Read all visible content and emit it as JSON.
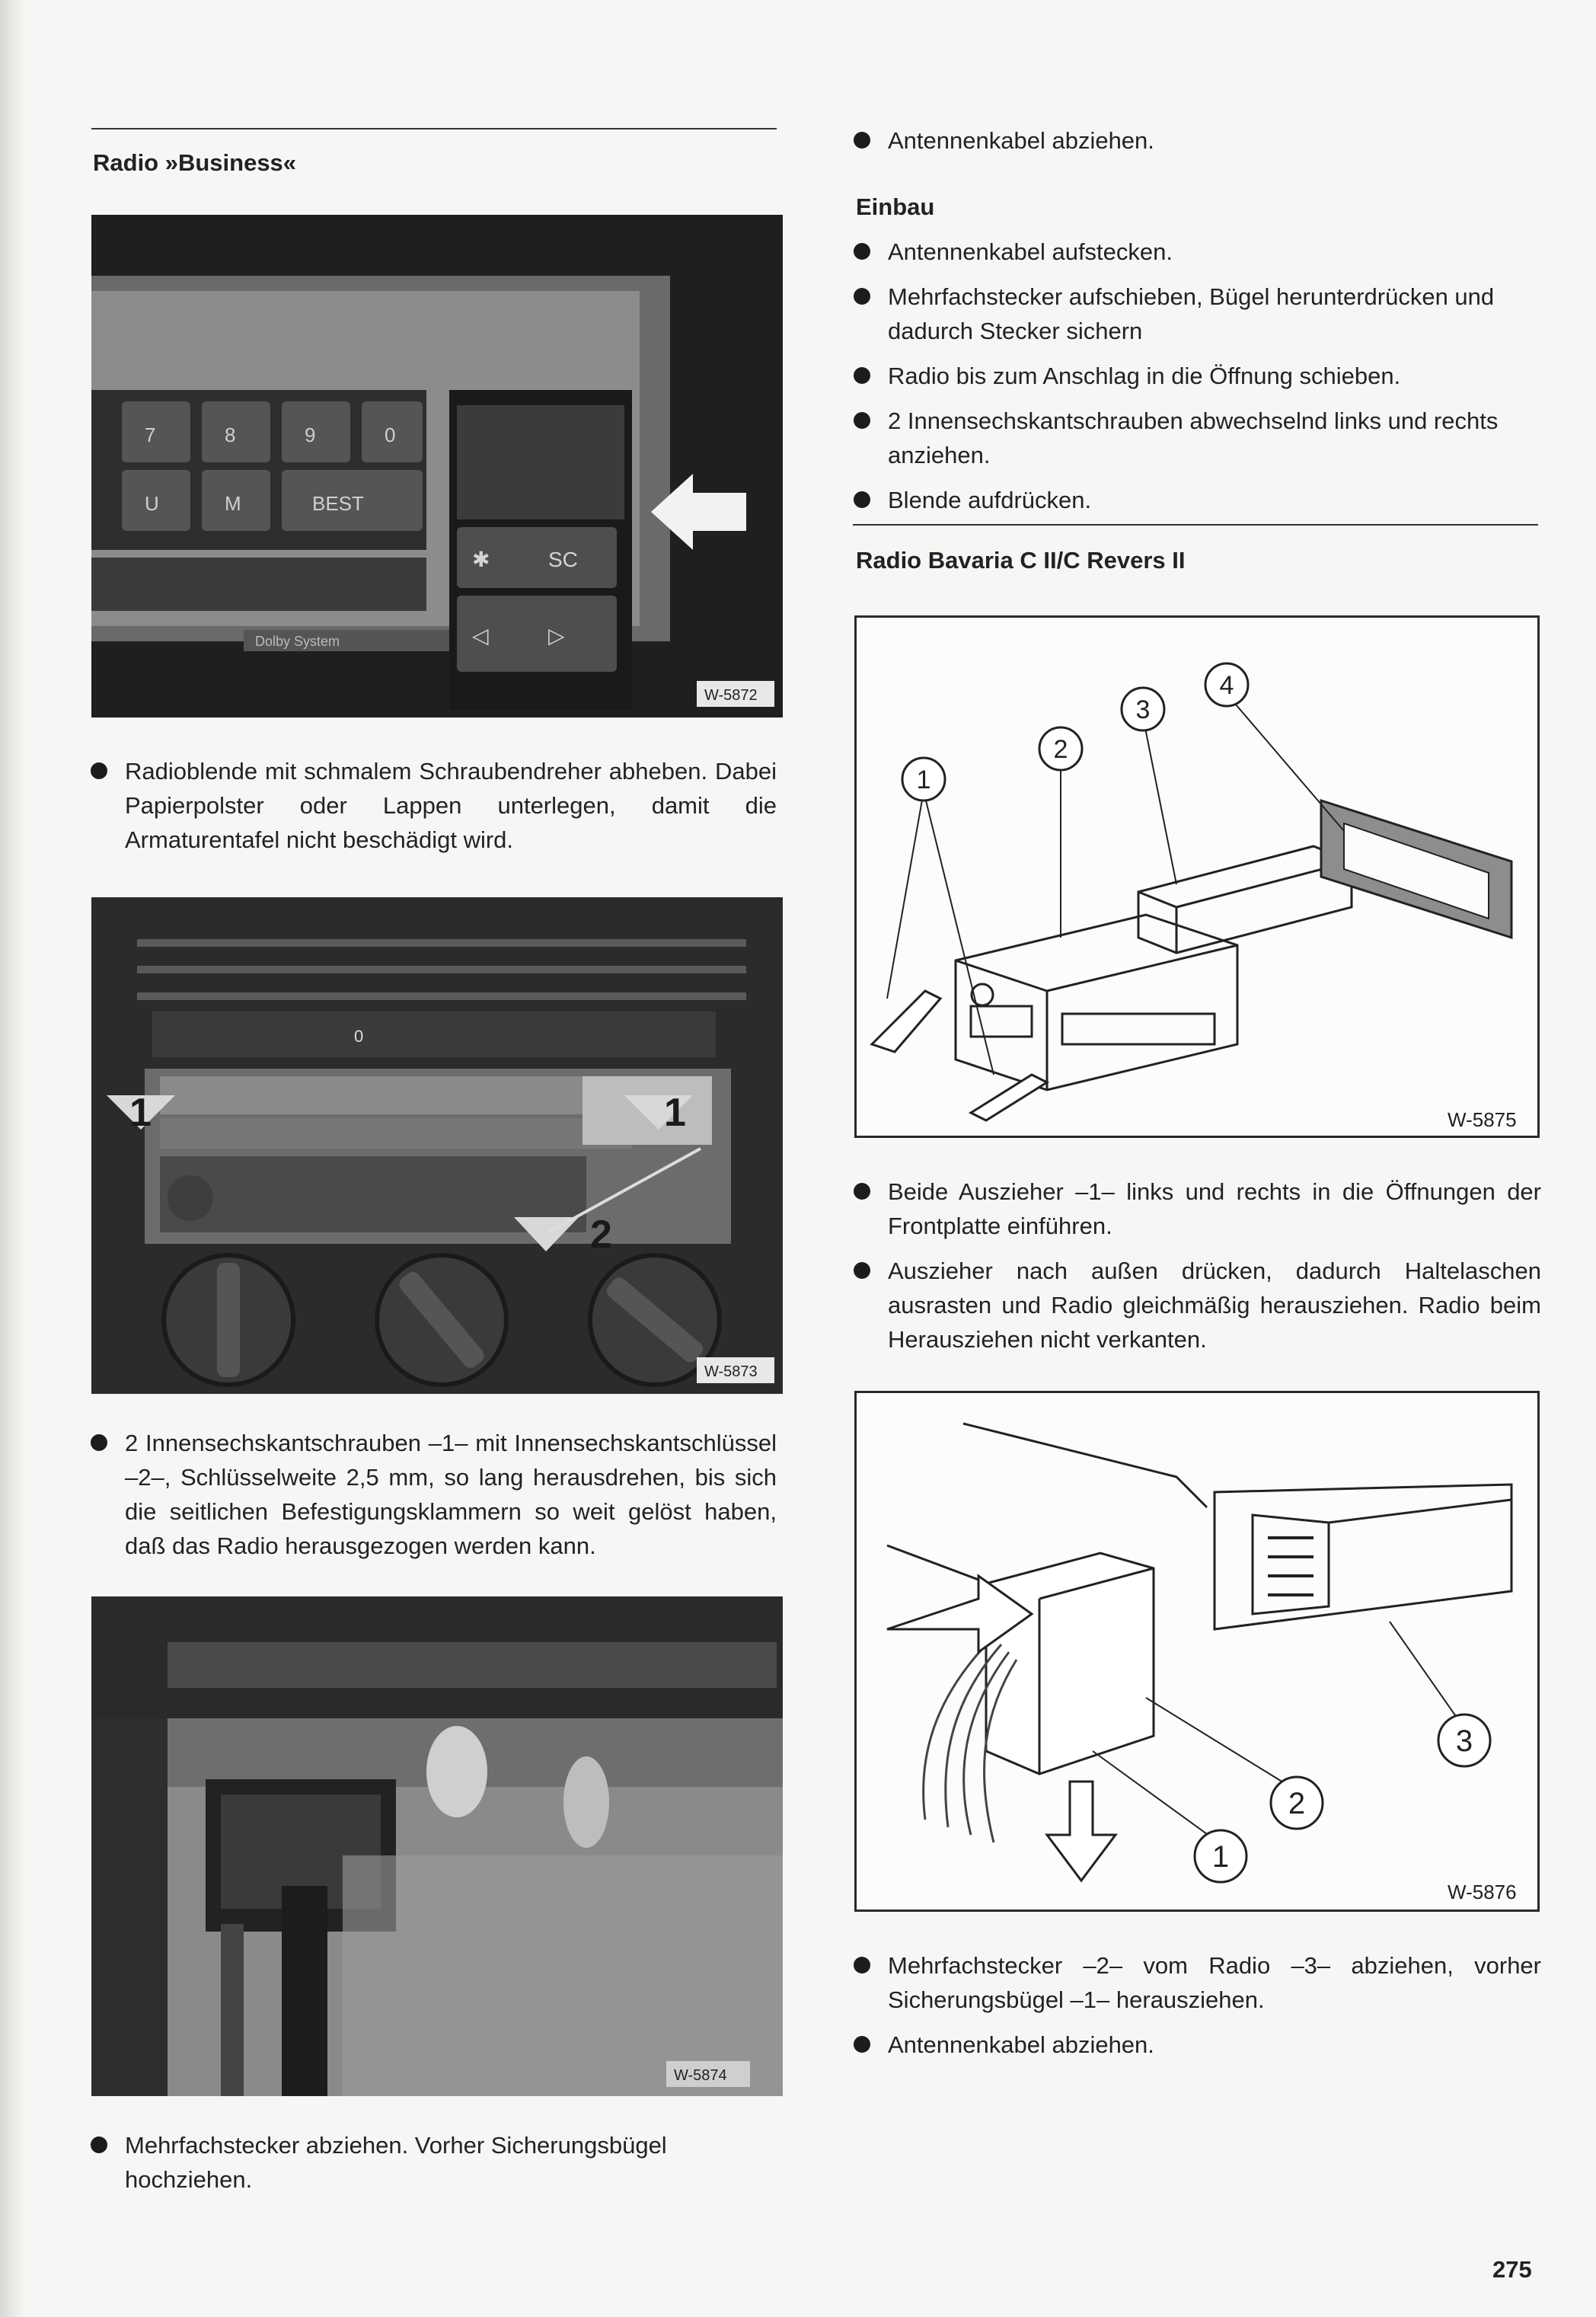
{
  "left": {
    "heading": "Radio »Business«",
    "photo1": {
      "code": "W-5872",
      "radio_keys": [
        "7",
        "8",
        "9",
        "0",
        "U",
        "M",
        "BEST",
        "✱",
        "SC",
        "◁",
        "▷",
        "Dolby System"
      ]
    },
    "bullet1": "Radioblende mit schmalem Schraubendreher abheben. Dabei Papierpolster oder Lappen unterlegen, damit die Armaturentafel nicht beschädigt wird.",
    "photo2": {
      "code": "W-5873",
      "callout_1": "1",
      "callout_2": "2"
    },
    "bullet2": "2 Innensechskantschrauben –1– mit Innensechskantschlüssel –2–, Schlüsselweite 2,5 mm, so lang herausdrehen, bis sich die seitlichen Befestigungsklammern so weit gelöst haben, daß das Radio herausgezogen werden kann.",
    "photo3": {
      "code": "W-5874"
    },
    "bullet3": "Mehrfachstecker abziehen. Vorher Sicherungsbügel hochziehen."
  },
  "right": {
    "bullet_top": "Antennenkabel abziehen.",
    "einbau": {
      "heading": "Einbau",
      "steps": [
        "Antennenkabel aufstecken.",
        "Mehrfachstecker aufschieben, Bügel herunterdrücken und dadurch Stecker sichern",
        "Radio bis zum Anschlag in die Öffnung schieben.",
        "2 Innensechskantschrauben abwechselnd links und rechts anziehen.",
        "Blende aufdrücken."
      ]
    },
    "bavaria": {
      "heading": "Radio Bavaria C II/C Revers II",
      "figure1": {
        "code": "W-5875",
        "callouts": [
          "1",
          "2",
          "3",
          "4"
        ]
      },
      "steps": [
        "Beide Auszieher –1– links und rechts in die Öffnungen der Frontplatte einführen.",
        "Auszieher nach außen drücken, dadurch Haltelaschen ausrasten und Radio gleichmäßig herausziehen. Radio beim Herausziehen nicht verkanten."
      ],
      "figure2": {
        "code": "W-5876",
        "callouts": [
          "1",
          "2",
          "3"
        ]
      },
      "steps2": [
        "Mehrfachstecker –2– vom Radio –3– abziehen, vorher Sicherungsbügel –1– herausziehen.",
        "Antennenkabel abziehen."
      ]
    }
  },
  "page_number": "275"
}
